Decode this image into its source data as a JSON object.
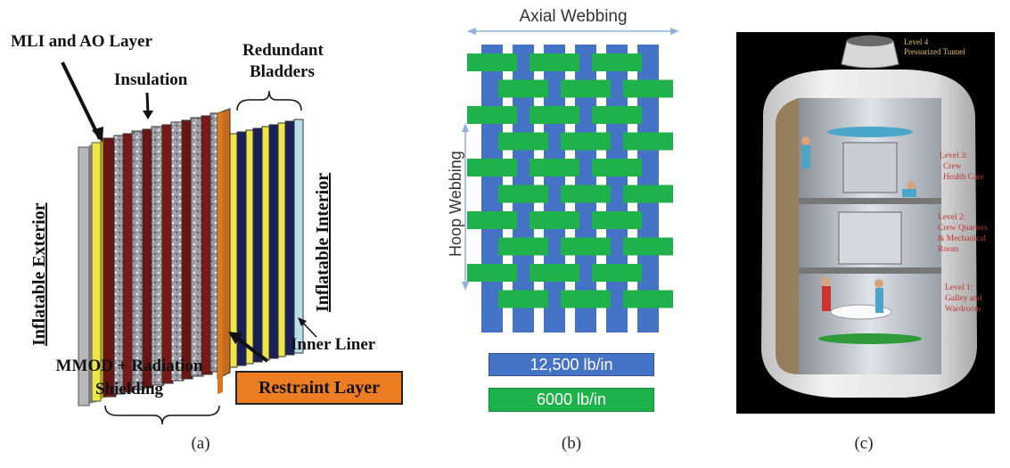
{
  "panel_a": {
    "mli_label": "MLI and AO Layer",
    "insulation_label": "Insulation",
    "bladders_label_1": "Redundant",
    "bladders_label_2": "Bladders",
    "exterior_label": "Inflatable Exterior",
    "interior_label": "Inflatable Interior",
    "inner_liner_label": "Inner Liner",
    "mmod_label_1": "MMOD + Radiation",
    "mmod_label_2": "Shielding",
    "restraint_label": "Restraint Layer",
    "caption": "(a)"
  },
  "panel_b": {
    "axial_label": "Axial Webbing",
    "hoop_label": "Hoop Webbing",
    "legend_blue": "12,500 lb/in",
    "legend_green": "6000 lb/in",
    "blue_color": "#4472c4",
    "green_color": "#1fb24a",
    "caption": "(b)"
  },
  "panel_c": {
    "level4_1": "Level 4",
    "level4_2": "Pressurized Tunnel",
    "level3_1": "Level 3:",
    "level3_2": "Crew",
    "level3_3": "Health Care",
    "level2_1": "Level 2:",
    "level2_2": "Crew Quarters",
    "level2_3": "& Mechanical",
    "level2_4": "Room",
    "level1_1": "Level 1:",
    "level1_2": "Galley and",
    "level1_3": "Wardroom",
    "caption": "(c)"
  }
}
